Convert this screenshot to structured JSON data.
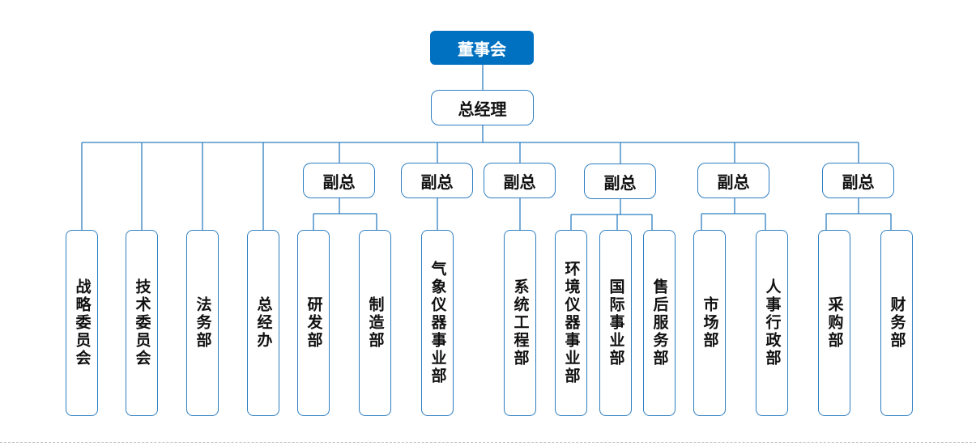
{
  "org": {
    "board": "董事会",
    "gm": "总经理",
    "direct_departments": [
      "战略委员会",
      "技术委员会",
      "法务部",
      "总经办"
    ],
    "vp_groups": [
      {
        "label": "副总",
        "departments": [
          "研发部",
          "制造部"
        ]
      },
      {
        "label": "副总",
        "departments": [
          "气象仪器事业部"
        ]
      },
      {
        "label": "副总",
        "departments": [
          "系统工程部"
        ]
      },
      {
        "label": "副总",
        "departments": [
          "环境仪器事业部",
          "国际事业部",
          "售后服务部"
        ]
      },
      {
        "label": "副总",
        "departments": [
          "市场部",
          "人事行政部"
        ]
      },
      {
        "label": "副总",
        "departments": [
          "采购部",
          "财务部"
        ]
      }
    ]
  },
  "colors": {
    "accent": "#0070c0",
    "line": "#2f7fc1",
    "text": "#111111"
  }
}
